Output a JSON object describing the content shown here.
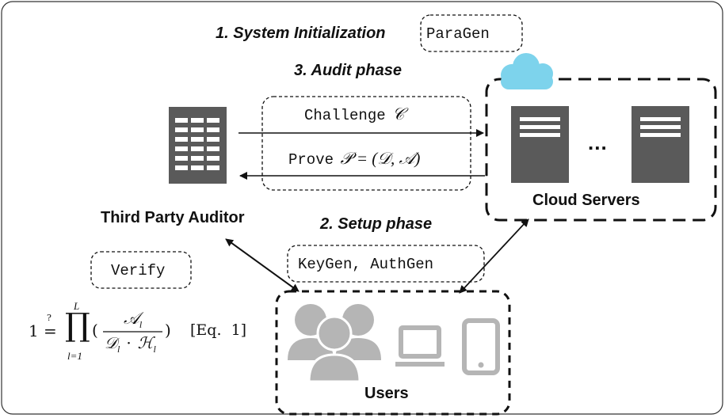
{
  "steps": {
    "init": "1. System Initialization",
    "audit": "3. Audit phase",
    "setup": "2. Setup phase"
  },
  "algorithms": {
    "paragen": "ParaGen",
    "keygen": "KeyGen, AuthGen",
    "verify": "Verify"
  },
  "messages": {
    "challenge_text": "Challenge",
    "challenge_symbol": "𝒞",
    "prove_text": "Prove",
    "prove_formula": "𝒫 = (𝒟, 𝒜)"
  },
  "entities": {
    "auditor": "Third Party Auditor",
    "cloud": "Cloud Servers",
    "users": "Users",
    "ellipsis": "..."
  },
  "equation": {
    "lhs": "1",
    "relation_mark": "?",
    "relation": "=",
    "product_symbol": "∏",
    "upper_limit": "L",
    "lower_limit": "l=1",
    "numerator": "𝒜",
    "numerator_sub": "l",
    "denominator": "𝒟",
    "denominator_sub1": "l",
    "denominator_dot": "·",
    "denominator_h": "ℋ",
    "denominator_sub2": "l",
    "open_paren": "(",
    "close_paren": ")",
    "eq_ref": "[Eq.  1]"
  },
  "colors": {
    "server": "#5a5a5a",
    "cloud_icon": "#7dd3ec",
    "users_icon": "#b5b5b5",
    "border": "#222222"
  },
  "icons": [
    "server-icon",
    "cloud-icon",
    "users-group-icon",
    "desktop-icon",
    "mobile-icon"
  ]
}
